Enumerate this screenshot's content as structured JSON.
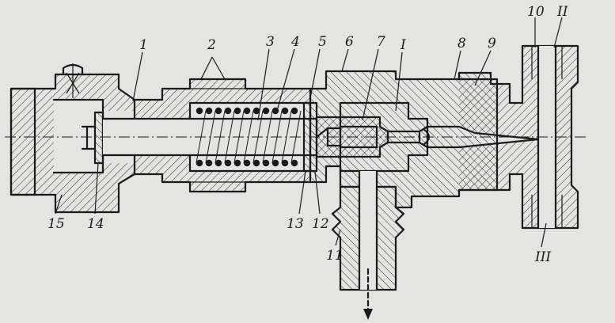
{
  "labels": {
    "1": "1",
    "2": "2",
    "3": "3",
    "4": "4",
    "5": "5",
    "6": "6",
    "7": "7",
    "8": "8",
    "9": "9",
    "10": "10",
    "11": "11",
    "12": "12",
    "13": "13",
    "14": "14",
    "15": "15",
    "I": "I",
    "II": "II",
    "III": "III"
  }
}
